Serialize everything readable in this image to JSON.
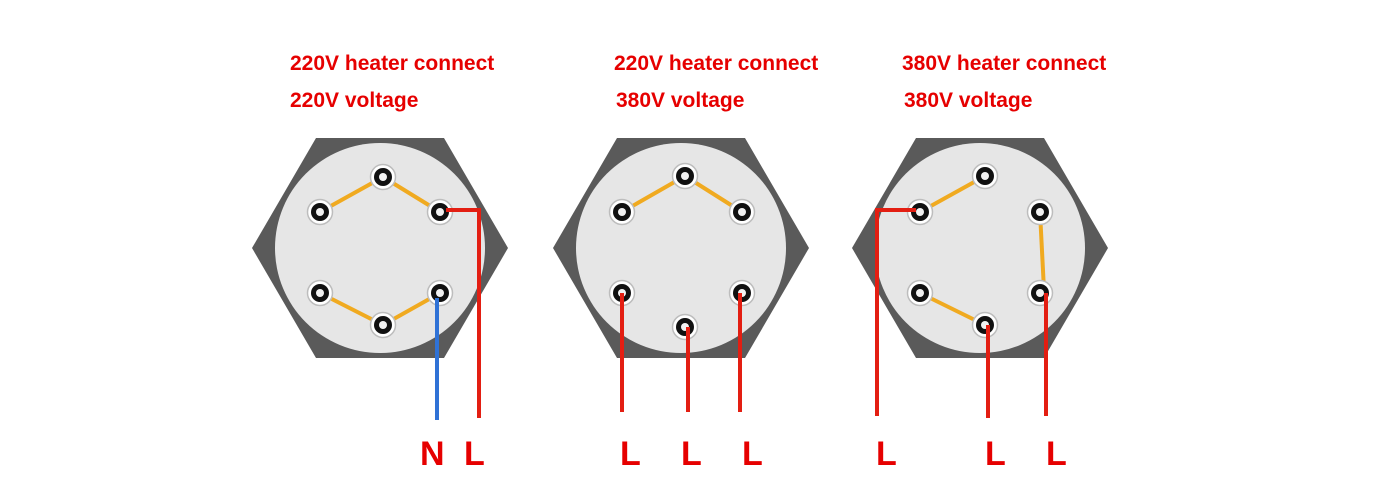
{
  "colors": {
    "text": "#e60000",
    "hex_body": "#5a5a5a",
    "face": "#e6e6e6",
    "jumper": "#f0aa20",
    "live_wire": "#e31e12",
    "neutral_wire": "#2f72d6",
    "terminal": "#111111"
  },
  "diagrams": [
    {
      "heater_connect": "220V heater connect",
      "voltage": "220V voltage",
      "labels": [
        "N",
        "L"
      ]
    },
    {
      "heater_connect": "220V heater connect",
      "voltage": "380V voltage",
      "labels": [
        "L",
        "L",
        "L"
      ]
    },
    {
      "heater_connect": "380V heater connect",
      "voltage": "380V voltage",
      "labels": [
        "L",
        "L",
        "L"
      ]
    }
  ]
}
